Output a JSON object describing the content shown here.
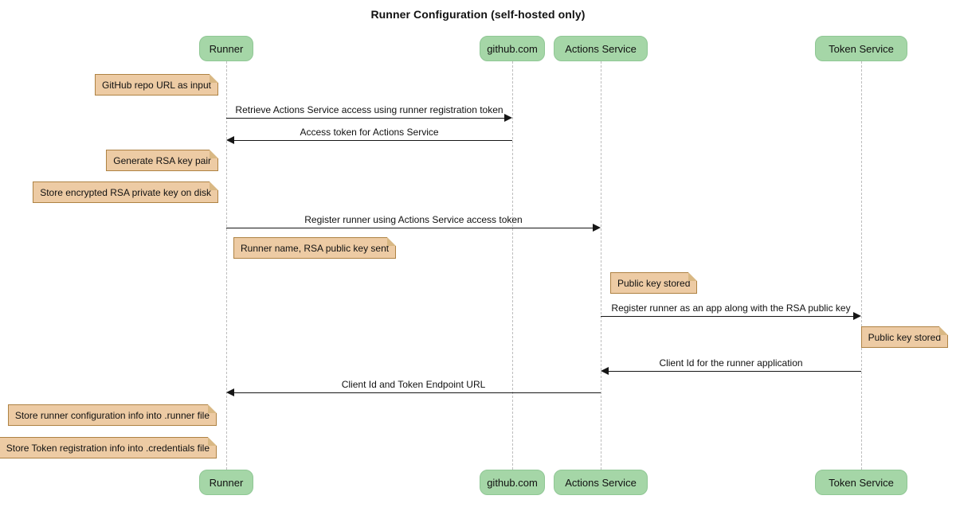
{
  "title": "Runner Configuration (self-hosted only)",
  "diagram_type": "sequence",
  "participants": [
    {
      "id": "runner",
      "label": "Runner"
    },
    {
      "id": "github",
      "label": "github.com"
    },
    {
      "id": "actions-service",
      "label": "Actions Service"
    },
    {
      "id": "token-service",
      "label": "Token Service"
    }
  ],
  "messages": [
    {
      "text": "Retrieve Actions Service access using runner registration token",
      "from": "Runner",
      "to": "github.com",
      "direction": "right"
    },
    {
      "text": "Access token for Actions Service",
      "from": "github.com",
      "to": "Runner",
      "direction": "left"
    },
    {
      "text": "Register runner using Actions Service access token",
      "from": "Runner",
      "to": "Actions Service",
      "direction": "right"
    },
    {
      "text": "Register runner as an app along with the RSA public key",
      "from": "Actions Service",
      "to": "Token Service",
      "direction": "right"
    },
    {
      "text": "Client Id for the runner application",
      "from": "Token Service",
      "to": "Actions Service",
      "direction": "left"
    },
    {
      "text": "Client Id and Token Endpoint URL",
      "from": "Actions Service",
      "to": "Runner",
      "direction": "left"
    }
  ],
  "notes": [
    {
      "text": "GitHub repo URL as input",
      "anchor": "Runner",
      "side": "left"
    },
    {
      "text": "Generate RSA key pair",
      "anchor": "Runner",
      "side": "left"
    },
    {
      "text": "Store encrypted RSA private key on disk",
      "anchor": "Runner",
      "side": "left"
    },
    {
      "text": "Runner name, RSA public key sent",
      "anchor": "Runner",
      "side": "right"
    },
    {
      "text": "Public key stored",
      "anchor": "Actions Service",
      "side": "right"
    },
    {
      "text": "Public key stored",
      "anchor": "Token Service",
      "side": "right"
    },
    {
      "text": "Store runner configuration info into .runner file",
      "anchor": "Runner",
      "side": "left"
    },
    {
      "text": "Store Token registration info into .credentials file",
      "anchor": "Runner",
      "side": "left"
    }
  ],
  "colors": {
    "participant_fill": "#A5D6A7",
    "participant_border": "#8FC794",
    "note_fill": "#EDCBA4",
    "note_border": "#AE8243",
    "note_fold": "#D9B884",
    "lifeline": "#BDBDBD",
    "arrow": "#161616",
    "background": "#FFFFFF",
    "text": "#111111"
  }
}
